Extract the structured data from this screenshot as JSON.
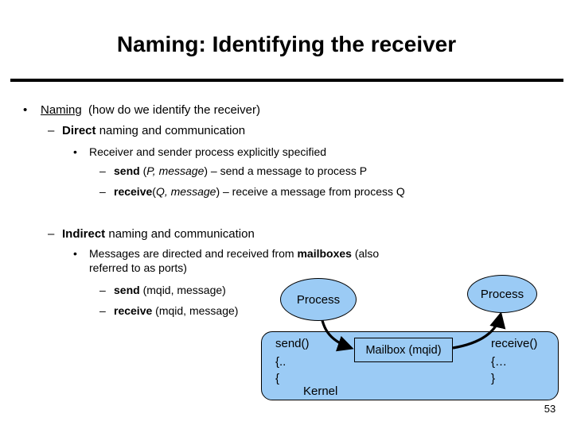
{
  "slide": {
    "title": "Naming: Identifying the receiver",
    "page_number": "53",
    "accent_blue": "#9BCBF5",
    "rule_color": "#000000"
  },
  "body": {
    "bullet1": {
      "marker": "•",
      "term": "Naming",
      "rest": "(how do we identify the receiver)"
    },
    "direct": {
      "marker": "–",
      "term": "Direct",
      "rest": "naming and communication",
      "sub": {
        "marker": "•",
        "text": "Receiver and sender process explicitly specified"
      },
      "calls": [
        {
          "marker": "–",
          "name": "send",
          "args_pre": " (",
          "args_italic": "P, message",
          "args_post": ")",
          "desc": " – send a message to process P"
        },
        {
          "marker": "–",
          "name": "receive",
          "args_pre": "(",
          "args_italic": "Q, message",
          "args_post": ")",
          "desc": " – receive a message from process Q"
        }
      ]
    },
    "indirect": {
      "marker": "–",
      "term": "Indirect",
      "rest": "naming and communication",
      "sub": {
        "marker": "•",
        "text_pre": "Messages are directed and received from ",
        "text_bold": "mailboxes",
        "text_post": " (also",
        "text_wrap": "referred to as ports)"
      },
      "calls": [
        {
          "marker": "–",
          "name": "send",
          "args": " (mqid, message)"
        },
        {
          "marker": "–",
          "name": "receive",
          "args": " (mqid, message)"
        }
      ]
    }
  },
  "diagram": {
    "process_send_label": "Process",
    "process_receive_label": "Process",
    "mailbox_label": "Mailbox (mqid)",
    "kernel_label": "Kernel",
    "kernel_send_code": "send()",
    "kernel_send_brace1": "{..",
    "kernel_send_brace2": "{",
    "kernel_receive_code": "receive()",
    "kernel_receive_brace1": "{…",
    "kernel_receive_brace2": "}"
  }
}
